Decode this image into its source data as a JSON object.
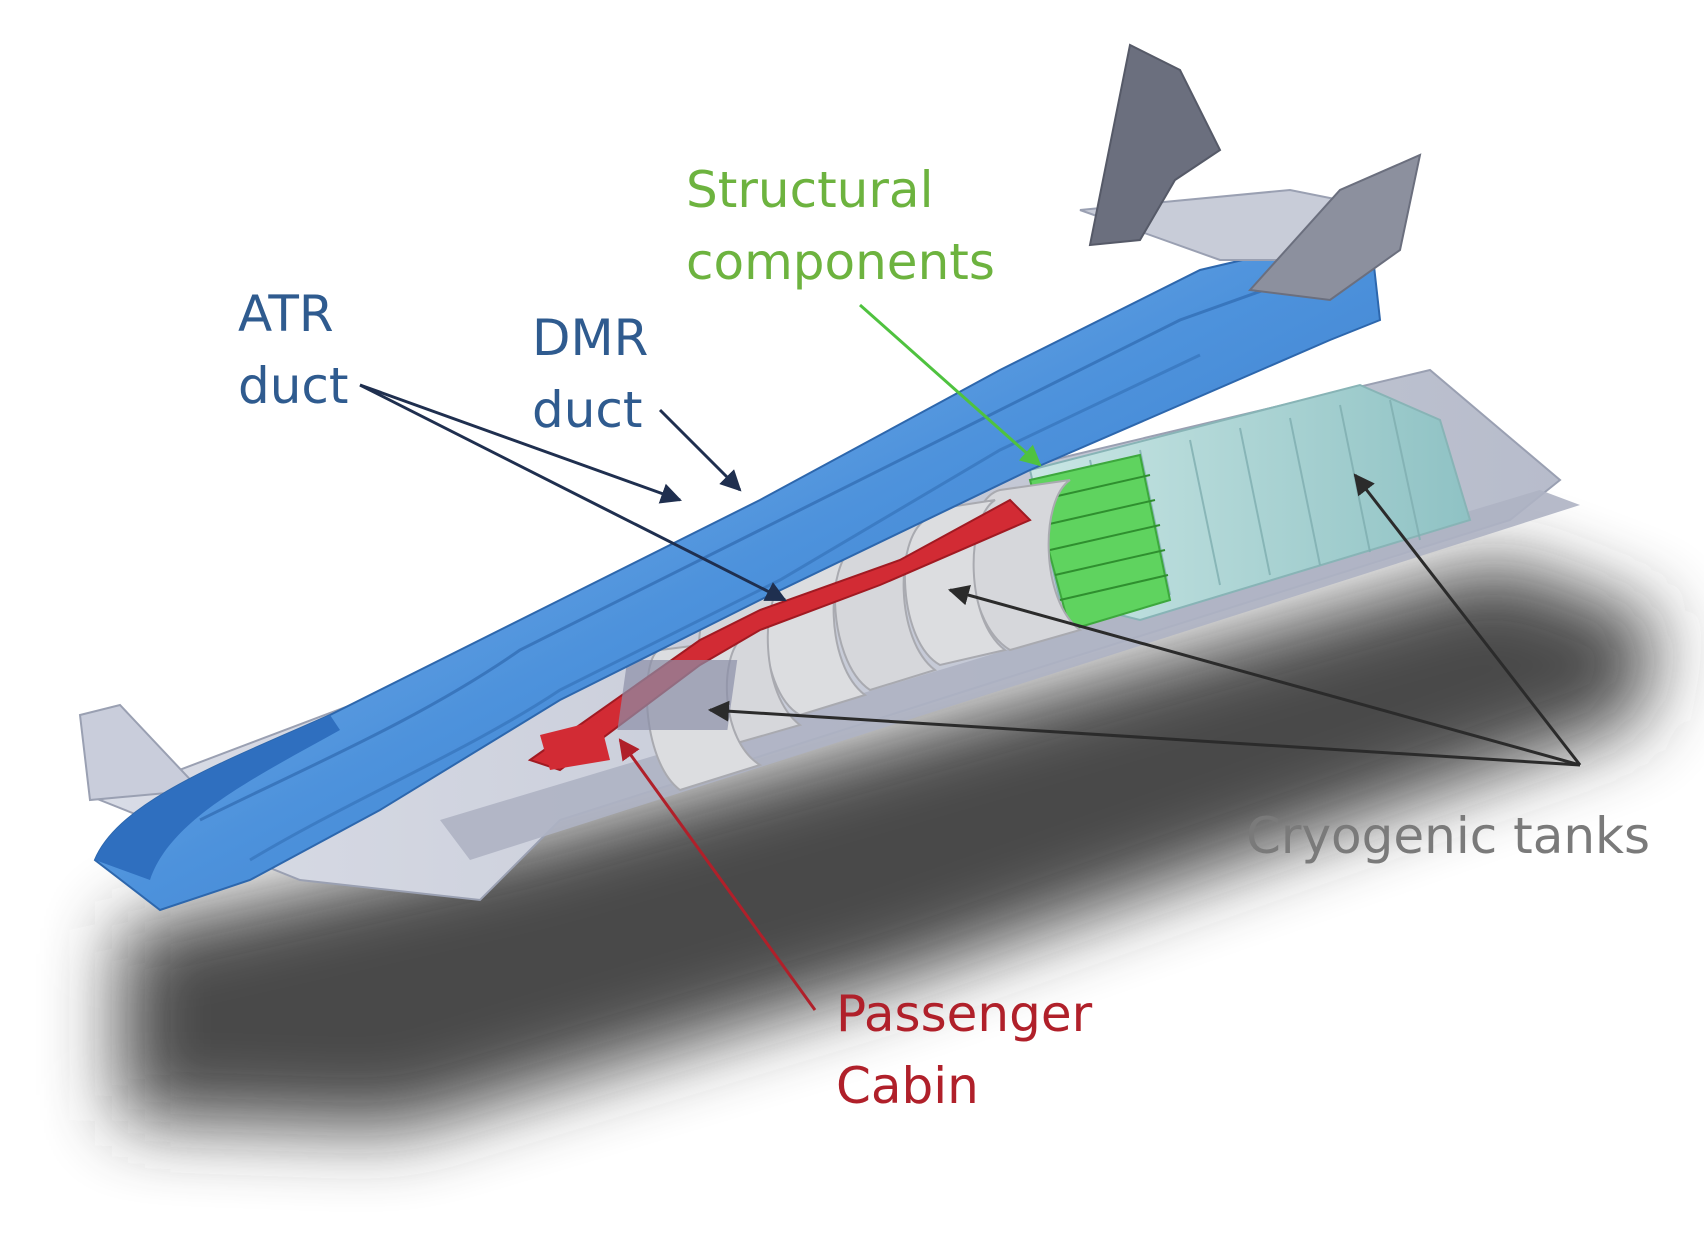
{
  "labels": {
    "structural": {
      "line1": "Structural",
      "line2": "components",
      "color": "#6db33f"
    },
    "atr": {
      "line1": "ATR",
      "line2": "duct",
      "color": "#2f5b8f"
    },
    "dmr": {
      "line1": "DMR",
      "line2": "duct",
      "color": "#2f5b8f"
    },
    "cryo": {
      "line1": "Cryogenic tanks",
      "color": "#7a7a7a"
    },
    "cabin": {
      "line1": "Passenger",
      "line2": "Cabin",
      "color": "#b0202a"
    }
  },
  "colors": {
    "fuselage_blue": "#3d86d6",
    "wing_gray": "#c8ccd8",
    "tank_gray": "#d8d8dc",
    "cabin_red": "#d22b34",
    "structure_green": "#5fd35f",
    "cryo_teal": "#a9d4d4",
    "fin_gray": "#6b6f7e",
    "shadow": "#333333"
  }
}
